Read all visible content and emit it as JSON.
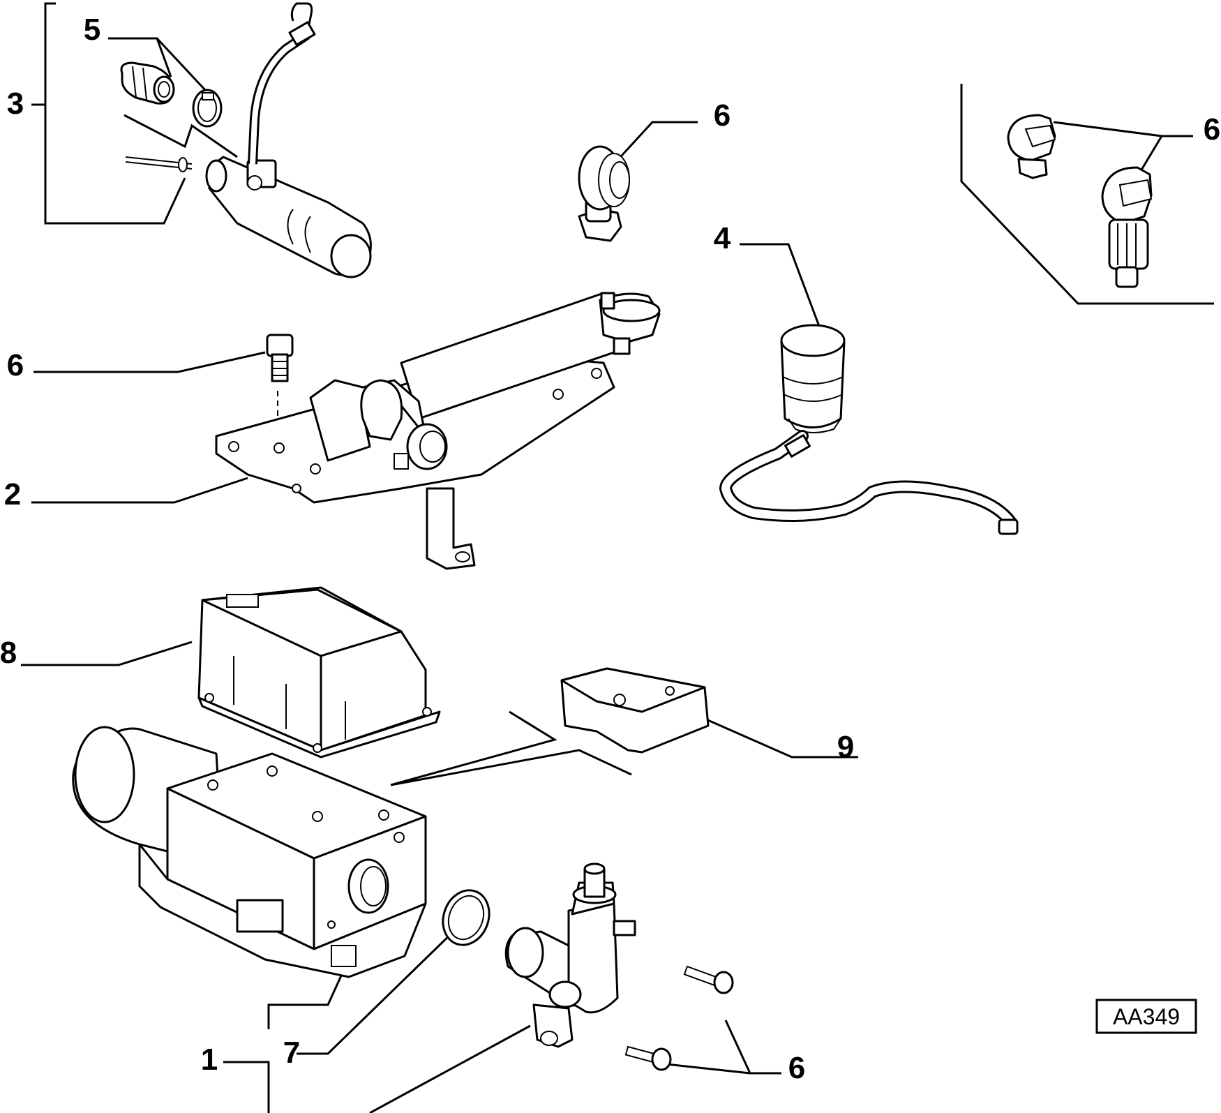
{
  "callouts": {
    "c1": "1",
    "c2": "2",
    "c3": "3",
    "c4": "4",
    "c5": "5",
    "c6_top": "6",
    "c6_right": "6",
    "c6_left": "6",
    "c6_bottom": "6",
    "c7": "7",
    "c8": "8",
    "c9": "9"
  },
  "reference_code": "AA349"
}
